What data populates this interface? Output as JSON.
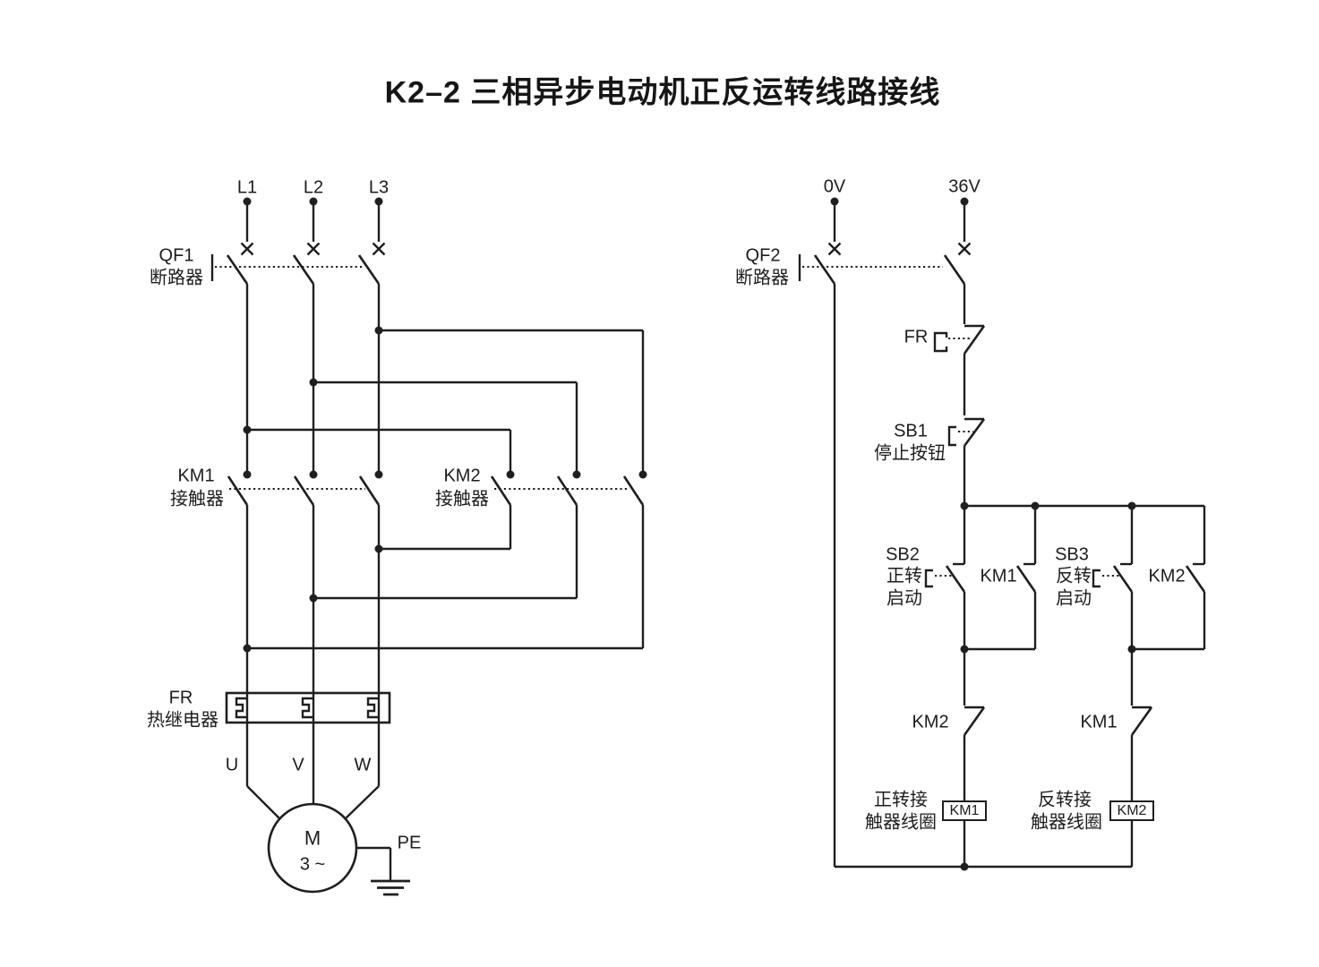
{
  "title": "K2–2 三相异步电动机正反运转线路接线",
  "colors": {
    "line": "#1f1f1f",
    "background": "#ffffff",
    "text": "#1d1d1f"
  },
  "main_circuit": {
    "phases": [
      "L1",
      "L2",
      "L3"
    ],
    "breaker": {
      "id": "QF1",
      "name": "断路器"
    },
    "contactor_forward": {
      "id": "KM1",
      "name": "接触器"
    },
    "contactor_reverse": {
      "id": "KM2",
      "name": "接触器"
    },
    "thermal_relay": {
      "id": "FR",
      "name": "热继电器"
    },
    "motor_terminals": [
      "U",
      "V",
      "W"
    ],
    "motor": {
      "letter": "M",
      "phase_mark": "3 ~"
    },
    "ground_label": "PE"
  },
  "control_circuit": {
    "supply": [
      "0V",
      "36V"
    ],
    "breaker": {
      "id": "QF2",
      "name": "断路器"
    },
    "thermal_contact": "FR",
    "stop_button": {
      "id": "SB1",
      "name": "停止按钮"
    },
    "forward_button": {
      "id": "SB2",
      "line1": "正转",
      "line2": "启动"
    },
    "reverse_button": {
      "id": "SB3",
      "line1": "反转",
      "line2": "启动"
    },
    "km1_aux_contact": "KM1",
    "km2_aux_contact": "KM2",
    "km2_interlock": "KM2",
    "km1_interlock": "KM1",
    "forward_coil": {
      "box": "KM1",
      "line1": "正转接",
      "line2": "触器线圈"
    },
    "reverse_coil": {
      "box": "KM2",
      "line1": "反转接",
      "line2": "触器线圈"
    }
  }
}
